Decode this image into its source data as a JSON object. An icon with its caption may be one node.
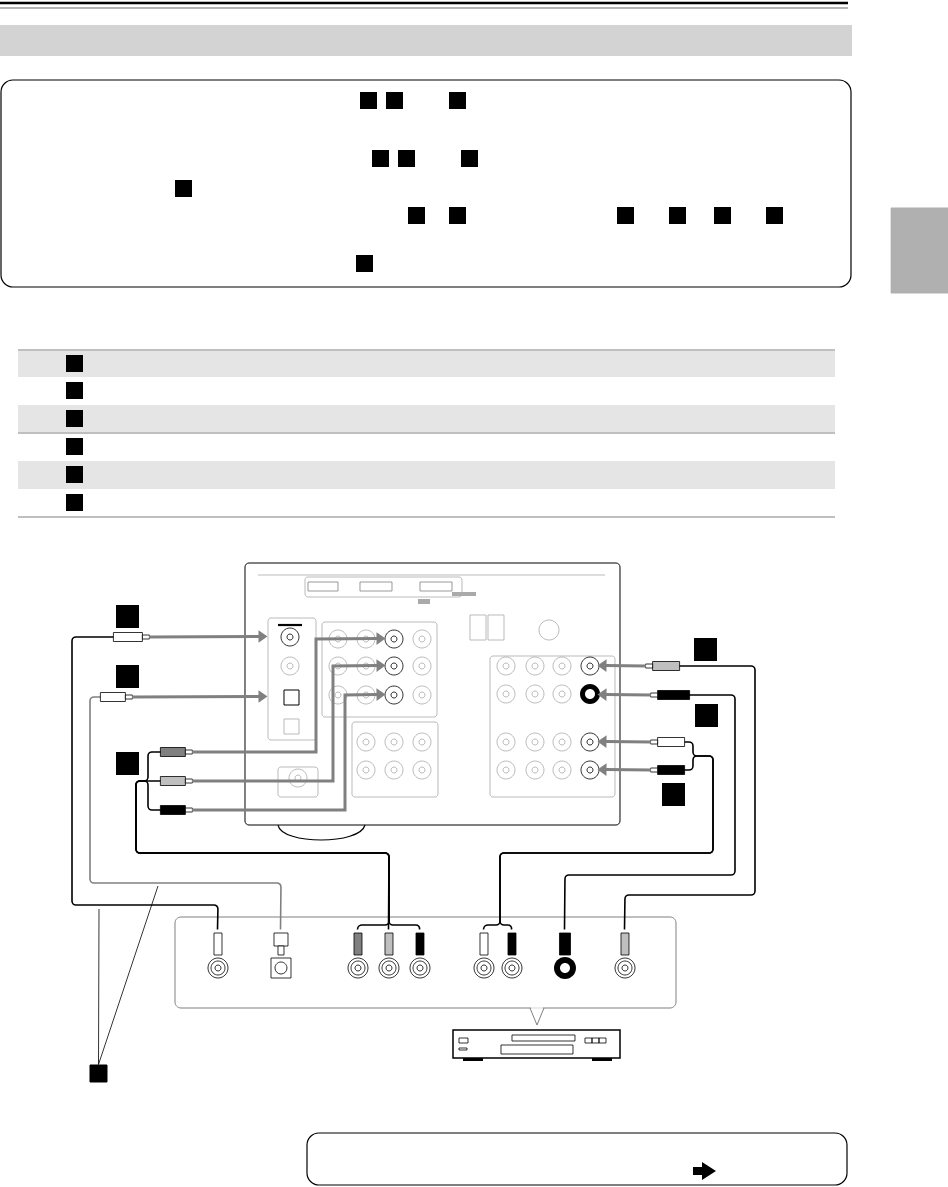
{
  "diagram": {
    "nodes": [
      {
        "text": [],
        "shape": "box"
      },
      {
        "text": [],
        "shape": "box"
      },
      {
        "text": [],
        "shape": "picture"
      },
      {
        "text": [],
        "shape": "box"
      },
      {
        "text": [],
        "shape": "box"
      }
    ],
    "edges": [
      {
        "from": 1,
        "to": 0,
        "arrow": "to"
      },
      {
        "from": 1,
        "to": 0,
        "arrow": "to",
        "color": "#808080"
      },
      {
        "from": 1,
        "to": 0,
        "arrow": "to"
      },
      {
        "from": 1,
        "to": 0,
        "arrow": "to"
      },
      {
        "from": 1,
        "to": 0,
        "arrow": "to"
      },
      {
        "from": 1,
        "to": 0,
        "arrow": "to"
      },
      {
        "from": 1,
        "to": 0,
        "arrow": "to"
      },
      {
        "from": 1,
        "to": 0,
        "arrow": "to"
      },
      {
        "from": 1,
        "to": 0,
        "arrow": "to"
      },
      {
        "from": 3,
        "to": null,
        "arrow": "none"
      },
      {
        "from": 3,
        "to": null,
        "arrow": "none"
      }
    ]
  }
}
